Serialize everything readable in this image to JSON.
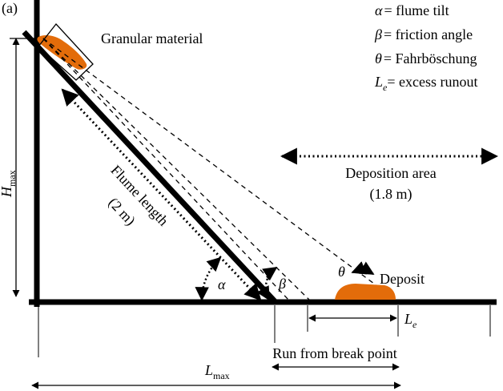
{
  "panel_label": "(a)",
  "legend": [
    {
      "symbol": "α",
      "text": "= flume tilt"
    },
    {
      "symbol": "β",
      "text": "= friction angle"
    },
    {
      "symbol": "θ",
      "text": "= Fahrböschung"
    },
    {
      "symbol": "L",
      "sub": "e",
      "text": "= excess runout"
    }
  ],
  "labels": {
    "granular_material": "Granular material",
    "deposition_area": "Deposition area",
    "deposition_area_value": "(1.8 m)",
    "flume_length": "Flume length",
    "flume_length_value": "(2 m)",
    "deposit": "Deposit",
    "run_from_break_point": "Run from break point",
    "alpha": "α",
    "beta": "β",
    "theta": "θ",
    "hmax_main": "H",
    "hmax_sub": "max",
    "le_main": "L",
    "le_sub": "e",
    "lmax_main": "L",
    "lmax_sub": "max"
  },
  "colors": {
    "material": "#e36c0a",
    "line": "#000000"
  }
}
